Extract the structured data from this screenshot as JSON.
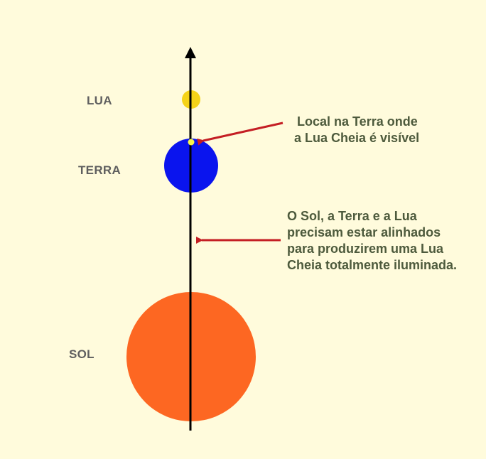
{
  "labels": {
    "moon": "LUA",
    "earth": "TERRA",
    "sun": "SOL"
  },
  "annotations": {
    "location": {
      "lines": [
        "Local na Terra onde",
        "a Lua Cheia é visível"
      ]
    },
    "alignment": {
      "lines": [
        "O Sol, a Terra e a Lua",
        "precisam estar alinhados",
        "para produzirem uma Lua",
        "Cheia totalmente iluminada."
      ]
    }
  },
  "colors": {
    "background": "#fffbdc",
    "moon": "#f5d318",
    "earth": "#0a14ee",
    "sun": "#fd6722",
    "observer_spot": "#f7f74a",
    "axis": "#000000",
    "arrow": "#c41e24"
  }
}
